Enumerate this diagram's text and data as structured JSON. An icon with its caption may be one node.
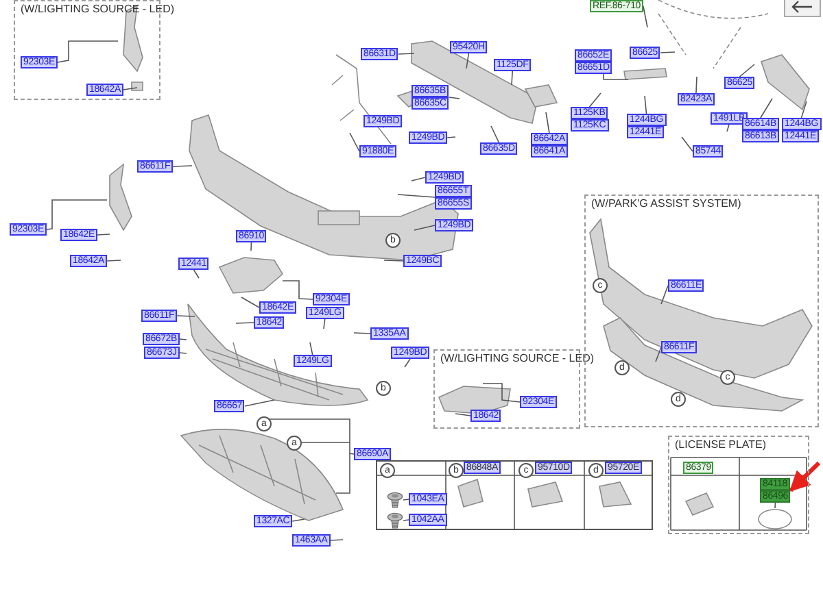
{
  "diagram": {
    "nodes": [
      {
        "text": [
          "(W/LIGHTING SOURCE - LED)"
        ]
      },
      {
        "text": [
          "92303E"
        ],
        "in": 0
      },
      {
        "text": [
          "18642A"
        ],
        "in": 0
      },
      {
        "text": [
          "86631D"
        ]
      },
      {
        "text": [
          "95420H"
        ]
      },
      {
        "text": [
          "1125DF"
        ]
      },
      {
        "text": [
          "86635B",
          "86635C"
        ]
      },
      {
        "text": [
          "1249BD"
        ]
      },
      {
        "text": [
          "1249BD"
        ]
      },
      {
        "text": [
          "86635D"
        ]
      },
      {
        "text": [
          "91880E"
        ]
      },
      {
        "text": [
          "86642A",
          "86641A"
        ]
      },
      {
        "text": [
          "1125KB",
          "1125KC"
        ]
      },
      {
        "text": [
          "REF.86-710"
        ]
      },
      {
        "text": [
          "86652E",
          "86651D"
        ]
      },
      {
        "text": [
          "86625"
        ]
      },
      {
        "text": [
          "1244BG",
          "12441E"
        ]
      },
      {
        "text": [
          "82423A"
        ]
      },
      {
        "text": [
          "86625"
        ]
      },
      {
        "text": [
          "1491LB"
        ]
      },
      {
        "text": [
          "85744"
        ]
      },
      {
        "text": [
          "86614B",
          "86613B"
        ]
      },
      {
        "text": [
          "1244BG",
          "12441E"
        ]
      },
      {
        "text": [
          "86611F"
        ]
      },
      {
        "text": [
          "1249BD"
        ]
      },
      {
        "text": [
          "86655T",
          "86655S"
        ]
      },
      {
        "text": [
          "92303E"
        ]
      },
      {
        "text": [
          "18642E"
        ]
      },
      {
        "text": [
          "18642A"
        ]
      },
      {
        "text": [
          "1249BD"
        ]
      },
      {
        "text": [
          "1249BC"
        ]
      },
      {
        "text": [
          "86910"
        ]
      },
      {
        "text": [
          "12441"
        ]
      },
      {
        "text": [
          "18642E"
        ]
      },
      {
        "text": [
          "92304E"
        ]
      },
      {
        "text": [
          "18642"
        ]
      },
      {
        "text": [
          "1249LG"
        ]
      },
      {
        "text": [
          "86611F"
        ]
      },
      {
        "text": [
          "86672B"
        ]
      },
      {
        "text": [
          "86673J"
        ]
      },
      {
        "text": [
          "1249LG"
        ]
      },
      {
        "text": [
          "1335AA"
        ]
      },
      {
        "text": [
          "1249BD"
        ]
      },
      {
        "text": [
          "86667"
        ]
      },
      {
        "text": [
          "(W/LIGHTING SOURCE - LED)"
        ]
      },
      {
        "text": [
          "92304E"
        ],
        "in": 44
      },
      {
        "text": [
          "18642"
        ],
        "in": 44
      },
      {
        "text": [
          "(W/PARK'G ASSIST SYSTEM)"
        ]
      },
      {
        "text": [
          "86611E"
        ],
        "in": 47
      },
      {
        "text": [
          "86611F"
        ],
        "in": 47
      },
      {
        "text": [
          "86690A"
        ]
      },
      {
        "text": [
          "1327AC"
        ]
      },
      {
        "text": [
          "1463AA"
        ]
      },
      {
        "text": [],
        "shape": "box"
      },
      {
        "text": [
          "1043EA"
        ],
        "in": 53
      },
      {
        "text": [
          "1042AA"
        ],
        "in": 53
      },
      {
        "text": [
          "(LICENSE PLATE)"
        ]
      },
      {
        "text": [
          "84118",
          "86496"
        ],
        "in": 56
      },
      {
        "text": [],
        "shape": "picture",
        "in": 53
      },
      {
        "text": [],
        "shape": "picture",
        "in": 53
      }
    ],
    "edges": [
      {
        "from": 1,
        "to": null,
        "arrow": "none"
      },
      {
        "from": 2,
        "to": null,
        "arrow": "none"
      },
      {
        "from": 3,
        "to": null,
        "arrow": "none"
      },
      {
        "from": 4,
        "to": null,
        "arrow": "none"
      },
      {
        "from": 5,
        "to": null,
        "arrow": "none"
      },
      {
        "from": 6,
        "to": null,
        "arrow": "none"
      },
      {
        "from": 7,
        "to": null,
        "arrow": "none"
      },
      {
        "from": 8,
        "to": null,
        "arrow": "none"
      },
      {
        "from": 9,
        "to": null,
        "arrow": "none"
      },
      {
        "from": 10,
        "to": null,
        "arrow": "none"
      },
      {
        "from": 11,
        "to": null,
        "arrow": "none"
      },
      {
        "from": 12,
        "to": null,
        "arrow": "none"
      },
      {
        "from": 13,
        "to": null,
        "arrow": "none"
      },
      {
        "from": 14,
        "to": null,
        "arrow": "none"
      },
      {
        "from": 15,
        "to": null,
        "arrow": "none"
      },
      {
        "from": 16,
        "to": null,
        "arrow": "none"
      },
      {
        "from": 17,
        "to": null,
        "arrow": "none"
      },
      {
        "from": 18,
        "to": null,
        "arrow": "none"
      },
      {
        "from": 19,
        "to": null,
        "arrow": "none"
      },
      {
        "from": 20,
        "to": null,
        "arrow": "none"
      },
      {
        "from": 21,
        "to": null,
        "arrow": "none"
      },
      {
        "from": 22,
        "to": null,
        "arrow": "none"
      },
      {
        "from": 23,
        "to": null,
        "arrow": "none"
      },
      {
        "from": 24,
        "to": null,
        "arrow": "none"
      },
      {
        "from": 25,
        "to": null,
        "arrow": "none"
      },
      {
        "from": 26,
        "to": null,
        "arrow": "none"
      },
      {
        "from": 27,
        "to": null,
        "arrow": "none"
      },
      {
        "from": 28,
        "to": null,
        "arrow": "none"
      },
      {
        "from": 29,
        "to": null,
        "arrow": "none"
      },
      {
        "from": 30,
        "to": null,
        "arrow": "none"
      },
      {
        "from": 31,
        "to": null,
        "arrow": "none"
      },
      {
        "from": 32,
        "to": null,
        "arrow": "none"
      },
      {
        "from": 33,
        "to": null,
        "arrow": "none"
      },
      {
        "from": 34,
        "to": null,
        "arrow": "none"
      },
      {
        "from": 35,
        "to": null,
        "arrow": "none"
      },
      {
        "from": 36,
        "to": null,
        "arrow": "none"
      },
      {
        "from": 37,
        "to": null,
        "arrow": "none"
      },
      {
        "from": 38,
        "to": null,
        "arrow": "none"
      },
      {
        "from": 39,
        "to": null,
        "arrow": "none"
      },
      {
        "from": 40,
        "to": null,
        "arrow": "none"
      },
      {
        "from": 41,
        "to": null,
        "arrow": "none"
      },
      {
        "from": 42,
        "to": null,
        "arrow": "none"
      },
      {
        "from": 43,
        "to": null,
        "arrow": "none"
      },
      {
        "from": 45,
        "to": null,
        "arrow": "none"
      },
      {
        "from": 46,
        "to": null,
        "arrow": "none"
      },
      {
        "from": 48,
        "to": null,
        "arrow": "none"
      },
      {
        "from": 49,
        "to": null,
        "arrow": "none"
      },
      {
        "from": 50,
        "to": null,
        "arrow": "none"
      },
      {
        "from": 51,
        "to": null,
        "arrow": "none"
      },
      {
        "from": 52,
        "to": null,
        "arrow": "none"
      },
      {
        "from": 54,
        "to": 58,
        "arrow": "none"
      },
      {
        "from": 55,
        "to": 59,
        "arrow": "none"
      },
      {
        "from": 57,
        "to": null,
        "arrow": "none"
      },
      {
        "from": null,
        "to": 57,
        "arrow": "to",
        "color": "#e8221b",
        "style": "thick"
      }
    ],
    "labels": [
      "b",
      "b",
      "a",
      "a",
      "c",
      "c",
      "d",
      "d",
      "a",
      "b",
      "86848A",
      "c",
      "95710D",
      "d",
      "95720E",
      "86379"
    ]
  }
}
